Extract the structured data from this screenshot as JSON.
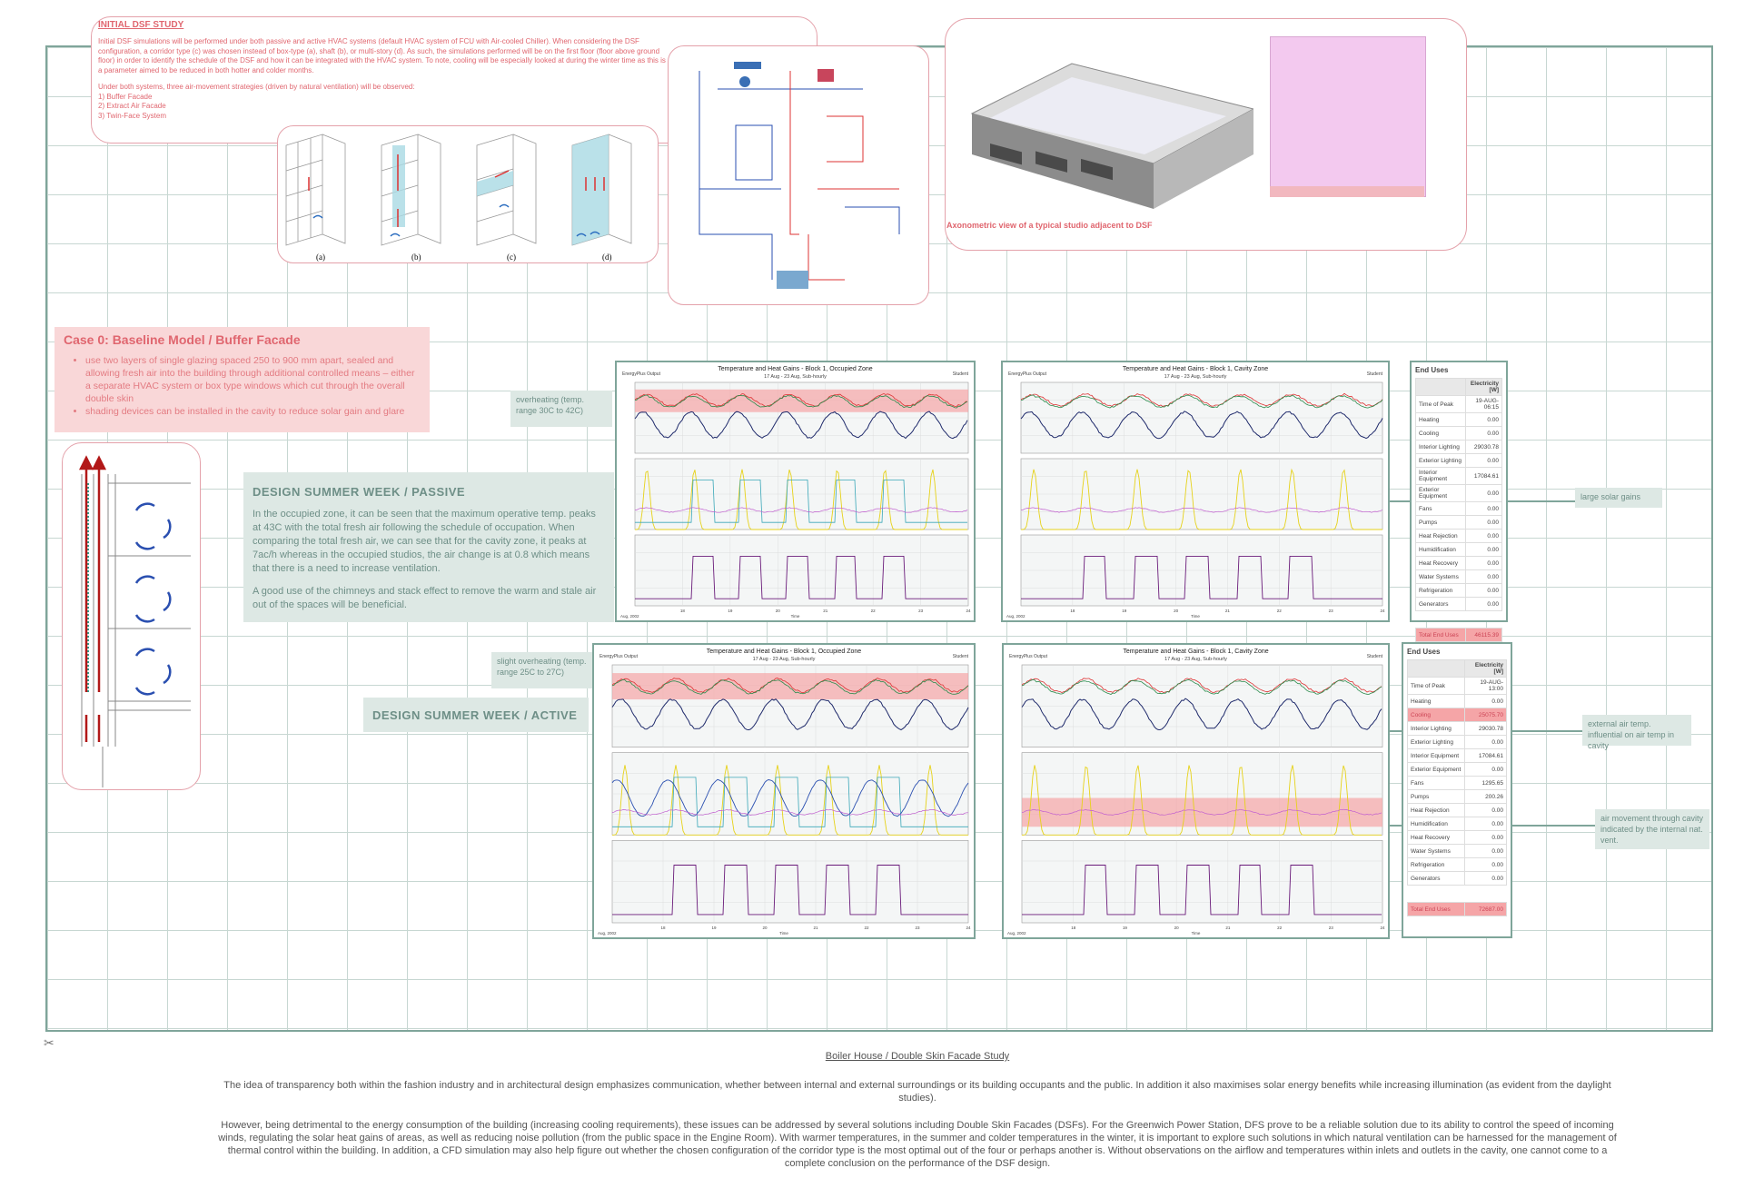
{
  "intro": {
    "title": "INITIAL DSF STUDY",
    "p1": "Initial DSF simulations will be performed under both passive and active HVAC systems (default HVAC system of FCU with Air-cooled Chiller). When considering the DSF configuration, a corridor type (c) was chosen instead of box-type (a), shaft (b), or multi-story (d). As such, the simulations performed will be on the first floor (floor above ground floor) in order to identify the schedule of the DSF and how it can be integrated with the HVAC system. To note, cooling will be especially looked at during the winter time as this is a parameter aimed to be reduced in both hotter and colder months.",
    "p2": "Under both systems, three air-movement strategies (driven by natural ventilation) will be observed:",
    "list": [
      "1) Buffer Facade",
      "2) Extract Air Facade",
      "3) Twin-Face System"
    ]
  },
  "dsf_types": [
    "(a)",
    "(b)",
    "(c)",
    "(d)"
  ],
  "axo_caption": "Axonometric view of a typical studio adjacent to DSF",
  "case0": {
    "title": "Case 0: Baseline Model / Buffer Facade",
    "bullets": [
      "use two layers of single glazing spaced 250 to 900 mm apart, sealed and allowing fresh air into the building through additional controlled means – either a separate HVAC system or box type windows which cut through the overall double skin",
      "shading devices can be installed in the cavity to reduce solar gain and glare"
    ]
  },
  "passive": {
    "title": "DESIGN SUMMER WEEK / PASSIVE",
    "body1": "In the occupied zone, it can be seen that the maximum operative temp. peaks at 43C with the total fresh air following the schedule of occupation. When comparing the total fresh air, we can see that for the cavity zone, it peaks at 7ac/h whereas in the occupied studios, the air change is at 0.8 which means that there is a need to increase ventilation.",
    "body2": "A good use of the chimneys and stack effect to remove the warm and stale air out of the spaces will be beneficial."
  },
  "active": {
    "title": "DESIGN SUMMER WEEK / ACTIVE"
  },
  "notes": {
    "overheat_passive": "overheating (temp. range 30C to 42C)",
    "overheat_active": "slight overheating (temp. range 25C to 27C)",
    "solar": "large solar gains",
    "external": "external air temp. influential on air temp in cavity",
    "air_movement": "air movement through cavity indicated by the internal nat. vent."
  },
  "charts": {
    "c1": {
      "title": "Temperature and Heat Gains - Block 1, Occupied Zone",
      "sub": "17 Aug - 23 Aug, Sub-hourly"
    },
    "c2": {
      "title": "Temperature and Heat Gains - Block 1, Cavity Zone",
      "sub": "17 Aug - 23 Aug, Sub-hourly"
    },
    "c3": {
      "title": "Temperature and Heat Gains - Block 1, Occupied Zone",
      "sub": "17 Aug - 23 Aug, Sub-hourly"
    },
    "c4": {
      "title": "Temperature and Heat Gains - Block 1, Cavity Zone",
      "sub": "17 Aug - 23 Aug, Sub-hourly"
    },
    "brand": "EnergyPlus Output",
    "student": "Student",
    "time": "Time",
    "year": "Aug, 2002",
    "days": [
      "18",
      "19",
      "20",
      "21",
      "22",
      "23",
      "24"
    ]
  },
  "eu1": {
    "title": "End Uses",
    "header": "Electricity [W]",
    "rows": [
      [
        "Time of Peak",
        "19-AUG-06:15"
      ],
      [
        "Heating",
        "0.00"
      ],
      [
        "Cooling",
        "0.00"
      ],
      [
        "Interior Lighting",
        "29030.78"
      ],
      [
        "Exterior Lighting",
        "0.00"
      ],
      [
        "Interior Equipment",
        "17084.61"
      ],
      [
        "Exterior Equipment",
        "0.00"
      ],
      [
        "Fans",
        "0.00"
      ],
      [
        "Pumps",
        "0.00"
      ],
      [
        "Heat Rejection",
        "0.00"
      ],
      [
        "Humidification",
        "0.00"
      ],
      [
        "Heat Recovery",
        "0.00"
      ],
      [
        "Water Systems",
        "0.00"
      ],
      [
        "Refrigeration",
        "0.00"
      ],
      [
        "Generators",
        "0.00"
      ]
    ],
    "total_label": "Total End Uses",
    "total_value": "46115.39"
  },
  "eu2": {
    "title": "End Uses",
    "header": "Electricity [W]",
    "rows": [
      [
        "Time of Peak",
        "19-AUG-13:00"
      ],
      [
        "Heating",
        "0.00"
      ],
      [
        "Cooling",
        "25075.70"
      ],
      [
        "Interior Lighting",
        "29030.78"
      ],
      [
        "Exterior Lighting",
        "0.00"
      ],
      [
        "Interior Equipment",
        "17084.61"
      ],
      [
        "Exterior Equipment",
        "0.00"
      ],
      [
        "Fans",
        "1295.65"
      ],
      [
        "Pumps",
        "200.26"
      ],
      [
        "Heat Rejection",
        "0.00"
      ],
      [
        "Humidification",
        "0.00"
      ],
      [
        "Heat Recovery",
        "0.00"
      ],
      [
        "Water Systems",
        "0.00"
      ],
      [
        "Refrigeration",
        "0.00"
      ],
      [
        "Generators",
        "0.00"
      ]
    ],
    "total_label": "Total End Uses",
    "total_value": "72687.00"
  },
  "footer": {
    "title": "Boiler House / Double Skin Facade Study",
    "p1": "The idea of transparency both within the fashion industry and in architectural design emphasizes communication, whether between internal and external surroundings or its building occupants and the public. In addition it also maximises solar energy benefits while increasing illumination (as evident from the daylight studies).",
    "p2": "However, being detrimental to the energy consumption of the building (increasing cooling requirements), these issues can be addressed by several solutions including Double Skin Facades (DSFs). For the Greenwich Power Station, DFS prove to be a reliable solution due to its ability to control the speed of incoming winds, regulating the solar heat gains of areas, as well as reducing noise pollution (from the public space in the Engine Room). With warmer temperatures, in the summer and colder temperatures in the winter, it is important to explore such solutions in which natural ventilation can be harnessed for the management of thermal control within the building. In addition, a CFD simulation may also help figure out whether the chosen configuration of the corridor type is the most optimal out of the four or perhaps another is. Without observations on the airflow and temperatures within inlets and outlets in the cavity, one cannot come to a complete conclusion on the performance of the DSF design."
  },
  "colors": {
    "accent_pink": "#e0666f",
    "accent_green": "#7fa59a",
    "highlight": "#f5a5a7"
  }
}
